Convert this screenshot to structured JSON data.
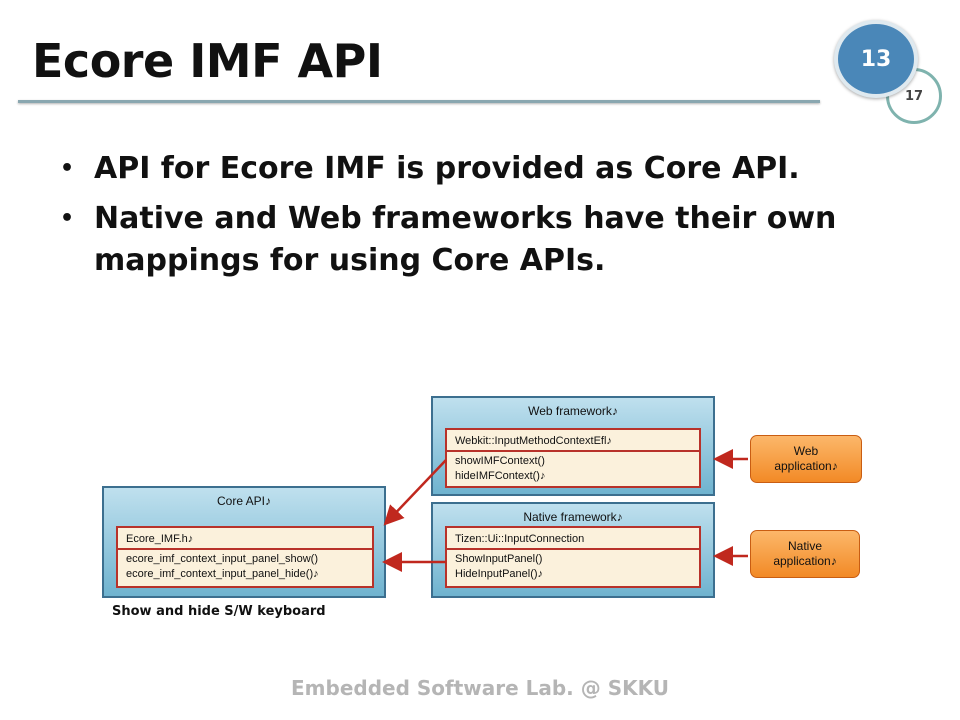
{
  "slide": {
    "title": "Ecore IMF API",
    "slide_number": "13",
    "total_slides": "17",
    "footer": "Embedded Software Lab. @ SKKU"
  },
  "bullets": [
    {
      "marker": "•",
      "text": "API for Ecore IMF is provided as Core API."
    },
    {
      "marker": "•",
      "text": "Native and Web frameworks have their own mappings for using Core APIs."
    }
  ],
  "diagram": {
    "core": {
      "title": "Core API♪",
      "header": "Ecore_IMF.h♪",
      "lines": [
        "ecore_imf_context_input_panel_show()",
        "ecore_imf_context_input_panel_hide()♪"
      ]
    },
    "web": {
      "title": "Web framework♪",
      "header": "Webkit::InputMethodContextEfl♪",
      "lines": [
        "showIMFContext()",
        "hideIMFContext()♪"
      ]
    },
    "native": {
      "title": "Native framework♪",
      "header": "Tizen::Ui::InputConnection",
      "lines": [
        "ShowInputPanel()",
        "HideInputPanel()♪"
      ]
    },
    "web_app": {
      "line1": "Web",
      "line2": "application♪"
    },
    "native_app": {
      "line1": "Native",
      "line2": "application♪"
    },
    "caption": "Show and hide S/W keyboard",
    "arrow_color": "#c0281e"
  }
}
